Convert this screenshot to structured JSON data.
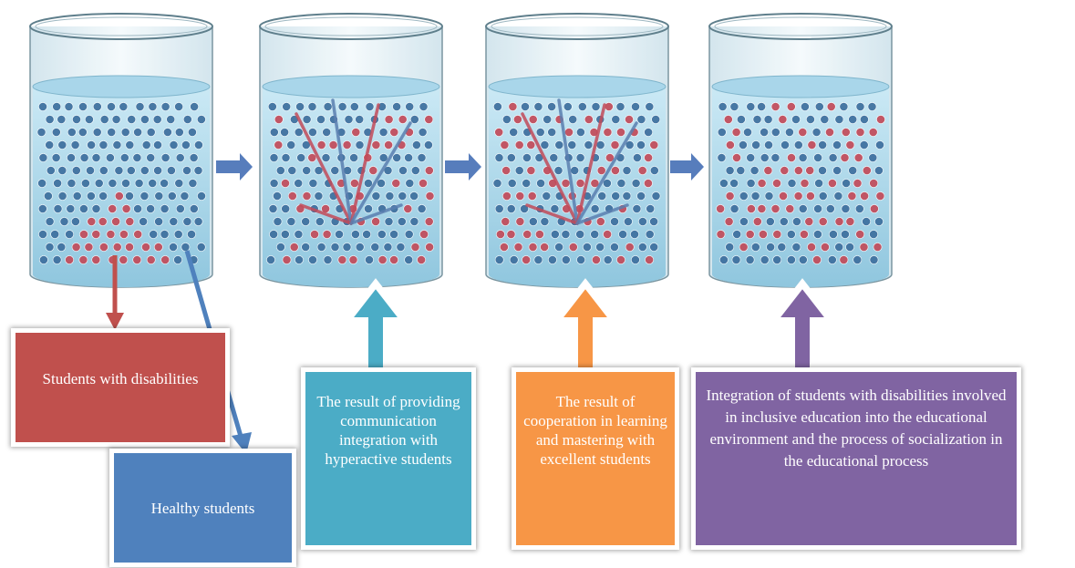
{
  "colors": {
    "disabilities": "#c0504d",
    "healthy": "#4f81bd",
    "hyperactive": "#4bacc6",
    "excellent": "#f79646",
    "integration": "#8064a2",
    "water": "#bfe3f2",
    "particle_blue": "#3d6f9e",
    "particle_red": "#c24b5a",
    "flow_arrow": "#3a66b0"
  },
  "labels": {
    "disabilities": "Students with disabilities",
    "healthy": "Healthy students",
    "hyperactive": "The result of providing communication integration with hyperactive students",
    "excellent": "The result of cooperation in learning and mastering with excellent students",
    "integration": "Integration of students with disabilities involved in inclusive education into the educational environment and the process of socialization in the educational process"
  },
  "icons": {
    "beakers": [
      "beaker-icon",
      "beaker-icon",
      "beaker-icon",
      "beaker-icon"
    ],
    "flow": "right-arrow-icon",
    "pointer": "up-arrow-icon"
  }
}
